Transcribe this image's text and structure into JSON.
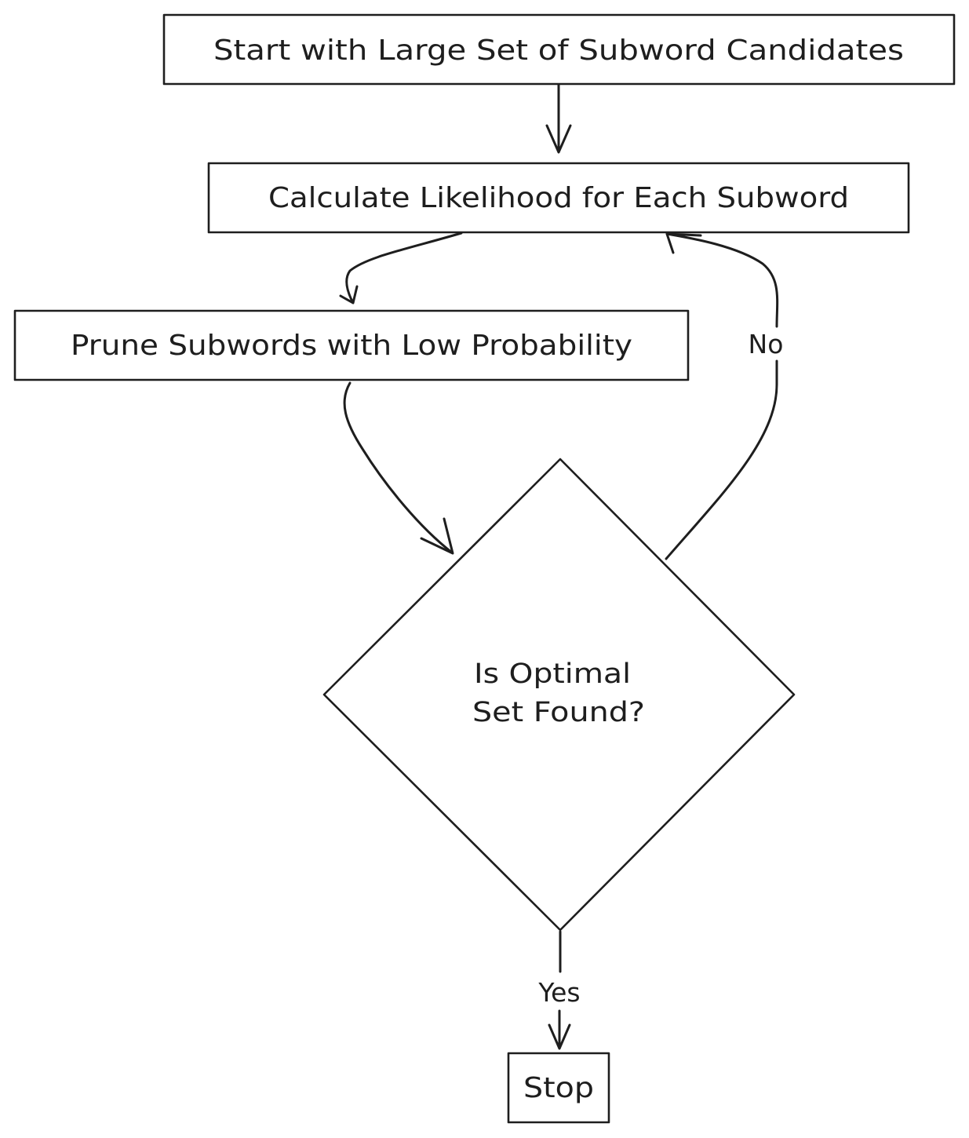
{
  "diagram": {
    "nodes": {
      "start": {
        "label": "Start with Large Set of Subword Candidates"
      },
      "calculate": {
        "label": "Calculate Likelihood for Each Subword"
      },
      "prune": {
        "label": "Prune Subwords with Low Probability"
      },
      "decision": {
        "line1": "Is Optimal",
        "line2": "Set Found?"
      },
      "stop": {
        "label": "Stop"
      }
    },
    "edges": {
      "no_label": "No",
      "yes_label": "Yes"
    },
    "colors": {
      "stroke": "#1e1e1e",
      "background": "#ffffff"
    }
  }
}
